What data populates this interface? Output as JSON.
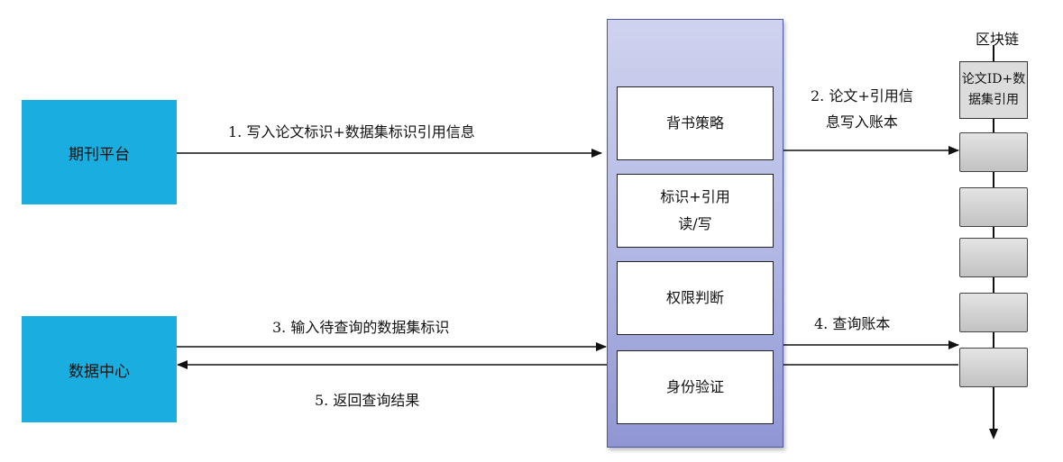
{
  "actors": {
    "journal_platform": "期刊平台",
    "data_center": "数据中心"
  },
  "chaincode": {
    "endorsement_policy": "背书策略",
    "readwrite_line1": "标识+引用",
    "readwrite_line2": "读/写",
    "permission_check": "权限判断",
    "identity_verification": "身份验证"
  },
  "blockchain": {
    "title": "区块链",
    "header_line1": "论文ID+数",
    "header_line2": "据集引用",
    "block_count": 5
  },
  "steps": {
    "step1": "1. 写入论文标识+数据集标识引用信息",
    "step2_line1": "2. 论文+引用信",
    "step2_line2": "息写入账本",
    "step3": "3. 输入待查询的数据集标识",
    "step4": "4. 查询账本",
    "step5": "5. 返回查询结果"
  },
  "colors": {
    "actor_fill": "#1aaee0",
    "panel_top": "#cfd3ef",
    "panel_bottom": "#8f96d3",
    "block_fill": "#d0d0d0"
  }
}
